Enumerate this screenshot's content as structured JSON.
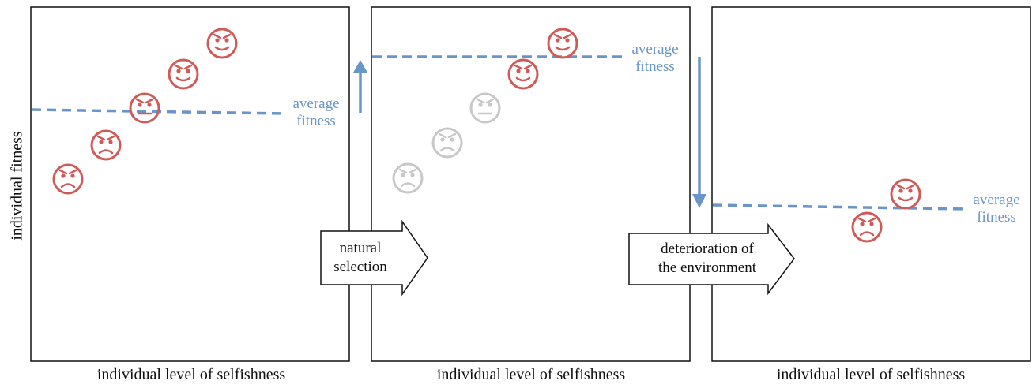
{
  "axes": {
    "ylabel": "individual fitness",
    "xlabel": "individual level of selfishness"
  },
  "avg_label": {
    "line1": "average",
    "line2": "fitness"
  },
  "arrows": {
    "natural": {
      "line1": "natural",
      "line2": "selection"
    },
    "deterioration": {
      "line1": "deterioration of",
      "line2": "the environment"
    }
  },
  "colors": {
    "face": "#d05a57",
    "faded": "#c8c8c8",
    "average": "#6a95c8"
  }
}
